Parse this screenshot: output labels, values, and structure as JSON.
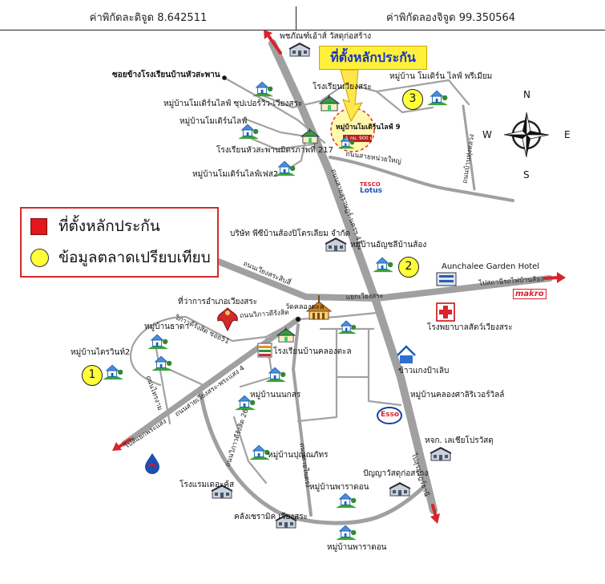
{
  "header": {
    "latitude": "ค่าพิกัดละติจูด 8.642511",
    "longitude": "ค่าพิกัดลองจิจูด 99.350564"
  },
  "legend": {
    "collateral": "ที่ตั้งหลักประกัน",
    "market": "ข้อมูลตลาดเปรียบเทียบ"
  },
  "callout": {
    "title": "ที่ตั้งหลักประกัน",
    "distance": "1 กม. 900 ม."
  },
  "markers": [
    "1",
    "2",
    "3"
  ],
  "compass": {
    "n": "N",
    "e": "E",
    "s": "S",
    "w": "W"
  },
  "places": {
    "hardware_top": "พชภัณฑ์เอ้าส์ วัสดุก่อสร้าง",
    "premium": "หมู่บ้าน โมเดิร์น ไลฟ์ พรีเมียม",
    "soi": "ซอยข้างโรงเรียนบ้านหัวสะพาน",
    "school_wiangsa": "โรงเรียนเวียงสระ",
    "modern_superview": "หมู่บ้านโมเดิร์นไลฟ์ ซุปเปอร์วิว-เวียงสระ",
    "modern_life": "หมู่บ้านโมเดิร์นไลฟ์",
    "modern_life_9": "หมู่บ้านโมเดิร์นไลฟ์ 9",
    "school_huasaphan": "โรงเรียนหัวสะพานมิตรภาพที่ 217",
    "modern_phase2": "หมู่บ้านโมเดิร์นไลฟ์เฟส2",
    "pc_petroleum": "บริษัท พีซีบ้านส้องปิโตรเลียม จำกัด",
    "aunchalee_village": "หมู่บ้านอัญชลีบ้านส้อง",
    "hotel": "Aunchalee Garden Hotel",
    "district_office": "ที่ว่าการอำเภอเวียงสระ",
    "temple": "วัดคลองตะล",
    "thada": "หมู่บ้านธาดา",
    "trivin": "หมู่บ้านไตรวินท์2",
    "school_klong": "โรงเรียนบ้านคลองตะล",
    "vet": "โรงพยาบาลสัตว์เวียงสระ",
    "restaurant": "ข้าวแกงป้าเลิบ",
    "riverville": "หมู่บ้านคลองศาลิริเวอร์วิลล์",
    "nonkasorn": "หมู่บ้านนนกสร",
    "lechia": "หจก. เลเชียโปรวัสดุ",
    "punnapat": "หมู่บ้านปุณณภัทร",
    "panya": "ปัญญาวัสดุก่อสร้าง",
    "paradon1": "หมู่บ้านพาราดอน",
    "hotel_dekhus": "โรงแรมเดอะคุ้ส",
    "ceramic": "คลังเซรามิค เวียงสระ",
    "paradon2": "หมู่บ้านพาราดอน"
  },
  "roads": {
    "main": "ถนนสายสุราษฎร์-นครฯ 41",
    "upper": "ถนนสายหน่วยใหญ่",
    "right": "ถนนบ้านทุ่งหลวง",
    "wiangsa14": "ถนนเวียงสระสิบสี่",
    "junction": "แยกเวียงสระ",
    "to_station": "ไปสถานีรถไฟบ้านส้อง",
    "vibhavadi": "ถนนวิภาวดีรังสิต",
    "soi51": "วิภาวดีรังสิต ซอย51",
    "phrasaeng": "ถนนสายเวียงสระ-พระแสง 4",
    "saingam": "ถนนไทรงาม",
    "to_phrasaeng": "ไปสี่แยกพระแสง",
    "vibhavadi26": "ถนนวิภาวดีรังสิต 26",
    "inner": "ถนนสายในตรง",
    "to_surat": "ไปสุราษฎร์ธานี"
  },
  "brands": {
    "tesco": "TESCO",
    "lotus": "Lotus",
    "makro": "makro",
    "esso": "Esso"
  },
  "colors": {
    "collateral_marker": "#e3161b",
    "market_marker": "#ffff3c",
    "road": "#a0a0a0",
    "arrow": "#d9232d",
    "callout_fill": "#fff03c",
    "callout_text": "#1636c8",
    "legend_border": "#d42a2a"
  }
}
